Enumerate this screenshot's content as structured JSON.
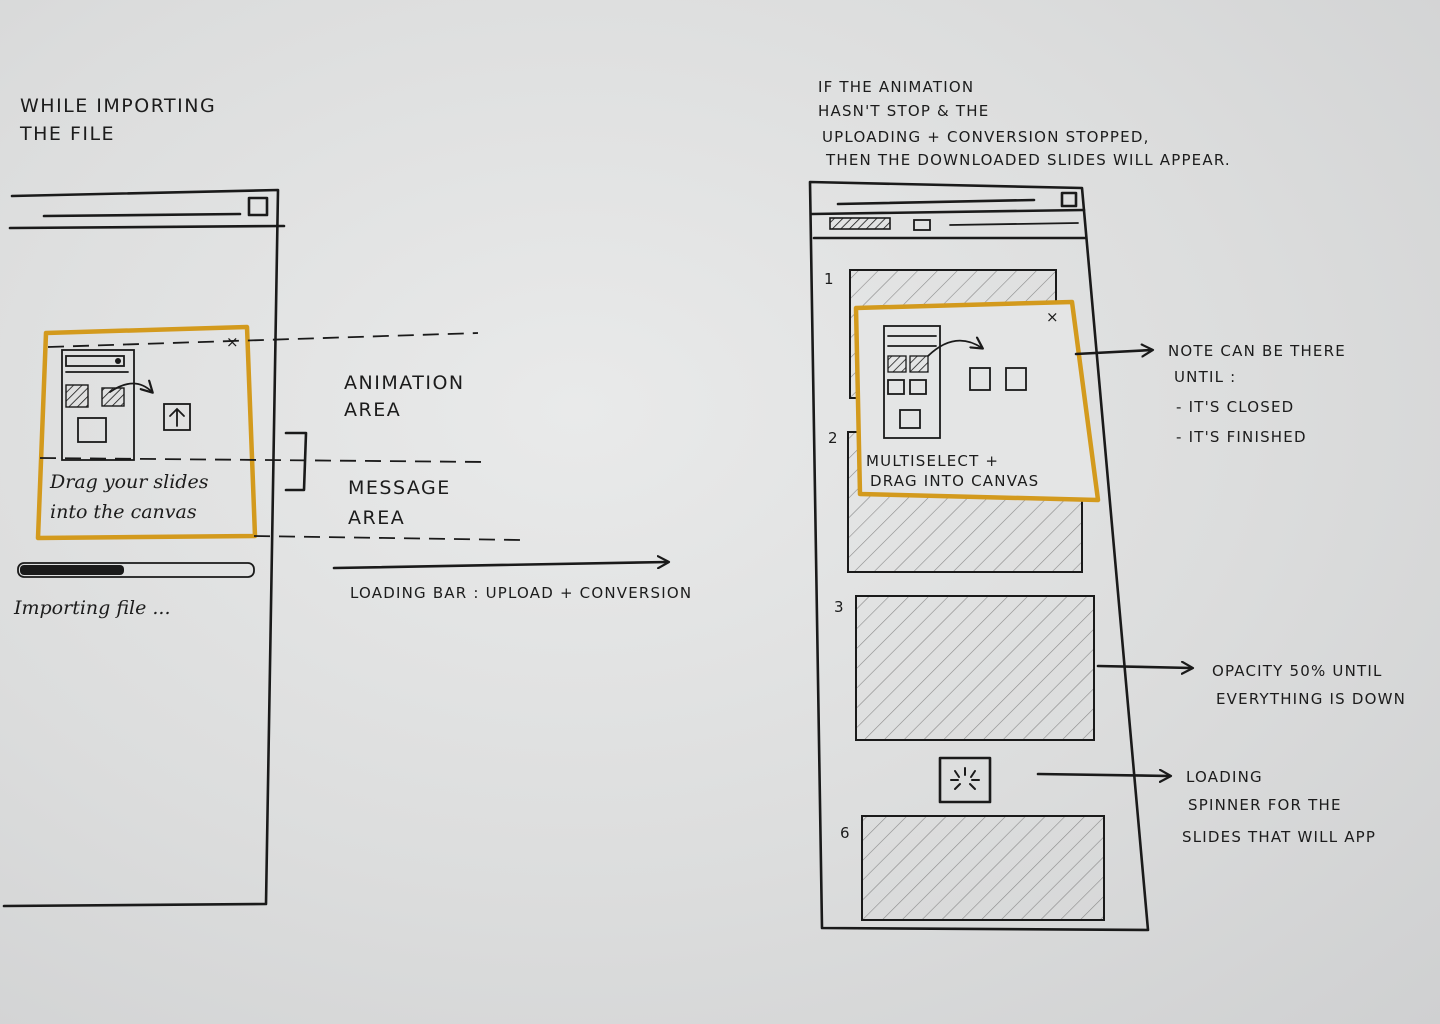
{
  "left_sketch": {
    "heading_line1": "WHILE IMPORTING",
    "heading_line2": "THE FILE",
    "note_text_line1": "Drag your slides",
    "note_text_line2": "into the canvas",
    "loading_progress": 0.45,
    "loading_status": "Importing file ..."
  },
  "annotations": {
    "animation_area_line1": "ANIMATION",
    "animation_area_line2": "AREA",
    "message_area_line1": "MESSAGE",
    "message_area_line2": "AREA",
    "loading_bar_label": "LOADING BAR  :  UPLOAD + CONVERSION"
  },
  "right_sketch": {
    "heading_line1": "IF THE ANIMATION",
    "heading_line2": "HASN'T STOP & THE",
    "heading_line3": "UPLOADING + CONVERSION STOPPED,",
    "heading_line4": "THEN THE DOWNLOADED SLIDES WILL APPEAR.",
    "note_text_line1": "MULTISELECT +",
    "note_text_line2": "DRAG INTO CANVAS",
    "slide_numbers": [
      "1",
      "2",
      "3",
      "6"
    ],
    "note_callout_line1": "NOTE CAN BE THERE",
    "note_callout_line2": "UNTIL :",
    "note_callout_line3": "- IT'S CLOSED",
    "note_callout_line4": "- IT'S FINISHED",
    "opacity_callout_line1": "OPACITY 50% UNTIL",
    "opacity_callout_line2": "EVERYTHING IS DOWN",
    "spinner_callout_line1": "LOADING",
    "spinner_callout_line2": "SPINNER FOR THE",
    "spinner_callout_line3": "SLIDES THAT WILL APP"
  },
  "colors": {
    "note_border": "#d39a1d",
    "ink": "#1a1a1a",
    "paper": "#e1e2e2"
  }
}
